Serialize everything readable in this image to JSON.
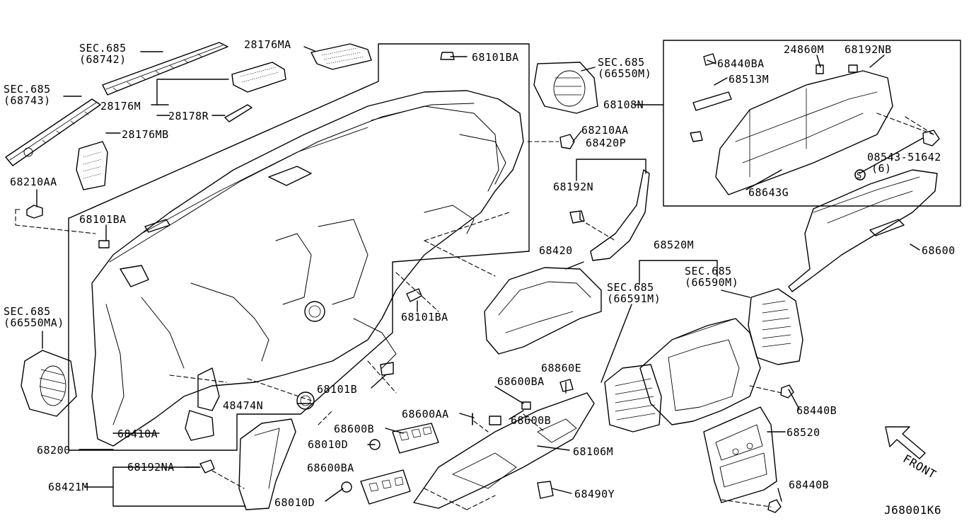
{
  "diagram_code": "J68001K6",
  "front_label": "FRONT",
  "labels": {
    "sec685_68742_a": "SEC.685",
    "sec685_68742_b": "(68742)",
    "sec685_68743_a": "SEC.685",
    "sec685_68743_b": "(68743)",
    "p28176MA": "28176MA",
    "p28176M": "28176M",
    "p28178R": "28178R",
    "p28176MB": "28176MB",
    "p68210AA_left": "68210AA",
    "p68101BA_left": "68101BA",
    "p68101BA_top": "68101BA",
    "p68101BA_mid": "68101BA",
    "p68101B": "68101B",
    "sec685_66550MA_a": "SEC.685",
    "sec685_66550MA_b": "(66550MA)",
    "p68410A": "68410A",
    "p48474N": "48474N",
    "p68200": "68200",
    "p68192NA": "68192NA",
    "p68421M": "68421M",
    "p68010D_top": "68010D",
    "p68010D_bot": "68010D",
    "p68600B_a": "68600B",
    "p68600BA_a": "68600BA",
    "p68600AA": "68600AA",
    "p68600BA_b": "68600BA",
    "p68600B_b": "68600B",
    "p68860E": "68860E",
    "p68106M": "68106M",
    "p68490Y": "68490Y",
    "sec685_66550M_a": "SEC.685",
    "sec685_66550M_b": "(66550M)",
    "p68210AA_right": "68210AA",
    "p68420P": "68420P",
    "p68192N": "68192N",
    "p68420": "68420",
    "p68108N": "68108N",
    "p68440BA": "68440BA",
    "p24860M": "24860M",
    "p68192NB": "68192NB",
    "p68513M": "68513M",
    "p08543_51642": "08543-51642",
    "p08543_qty": "(6)",
    "p68643G": "68643G",
    "p68600": "68600",
    "p68520M": "68520M",
    "sec685_66591M_a": "SEC.685",
    "sec685_66591M_b": "(66591M)",
    "sec685_66590M_a": "SEC.685",
    "sec685_66590M_b": "(66590M)",
    "p68440B_a": "68440B",
    "p68520": "68520",
    "p68440B_b": "68440B"
  }
}
